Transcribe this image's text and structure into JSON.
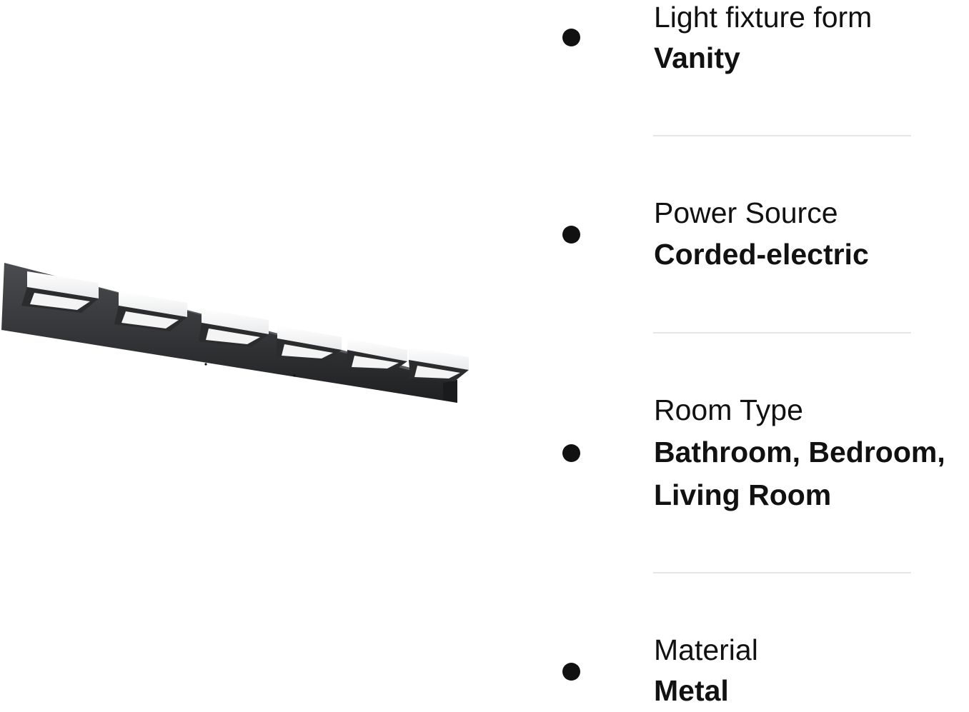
{
  "colors": {
    "background": "#ffffff",
    "text": "#111111",
    "divider": "#e6e6e6",
    "fixture_body": "#2e2f31"
  },
  "specs": [
    {
      "label": "Light fixture form",
      "value_lines": [
        "Vanity"
      ]
    },
    {
      "label": "Power Source",
      "value_lines": [
        "Corded-electric"
      ]
    },
    {
      "label": "Room Type",
      "value_lines": [
        "Bathroom, Bedroom,",
        "Living Room"
      ]
    },
    {
      "label": "Material",
      "value_lines": [
        "Metal"
      ]
    }
  ]
}
